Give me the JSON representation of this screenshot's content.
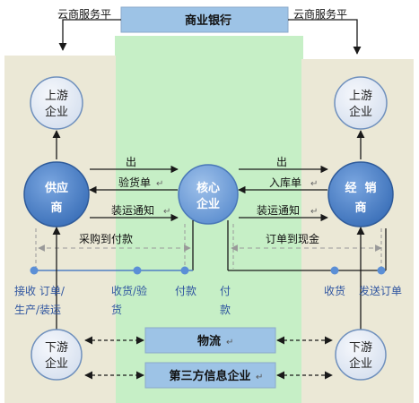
{
  "bank": "商业银行",
  "cloud_left": "云商服务平",
  "cloud_right": "云商服务平",
  "nodes": {
    "upstream_left": [
      "上游",
      "企业"
    ],
    "upstream_right": [
      "上游",
      "企业"
    ],
    "supplier": [
      "供应",
      "商"
    ],
    "core": [
      "核心",
      "企业"
    ],
    "dealer": [
      "经  销",
      "商"
    ],
    "downstream_left": [
      "下游",
      "企业"
    ],
    "downstream_right": [
      "下游",
      "企业"
    ]
  },
  "flows_left": {
    "out": "出",
    "inspection_note": "验货单",
    "shipping_notice": "装运通知",
    "purchase_to_payment": "采购到付款"
  },
  "flows_right": {
    "out": "出",
    "warehouse_note": "入库单",
    "shipping_notice": "装运通知",
    "order_to_cash": "订单到现金"
  },
  "bottom_labels": {
    "receive_order_1": "接收 订单/",
    "receive_order_2": "生产/装运",
    "receive_inspect_1": "收货/验",
    "receive_inspect_2": "货",
    "payment_left": "付款",
    "payment_mid_1": "付",
    "payment_mid_2": "款",
    "receive_right": "收货",
    "send_order": "发送订单"
  },
  "logistics": "物流",
  "third_party": "第三方信息企业",
  "return_mark": "↵",
  "colors": {
    "panel": "#ebe8d6",
    "green_area": "#c6efc6",
    "box_blue": "#9dc3e6",
    "node_dark": "#4a80c8",
    "node_light": "#e4ebf5",
    "arrow": "#1a1a1a",
    "label_blue": "#2f55a0",
    "dash": "#999999"
  }
}
